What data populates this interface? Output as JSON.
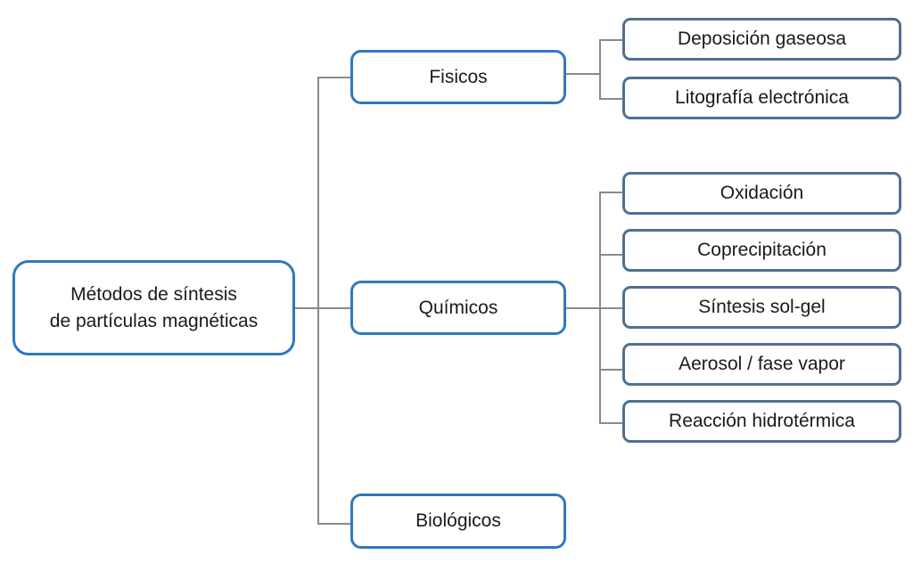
{
  "diagram": {
    "root": {
      "label_line1": "Métodos de síntesis",
      "label_line2": "de partículas magnéticas"
    },
    "categories": [
      {
        "label": "Fisicos",
        "methods": [
          "Deposición gaseosa",
          "Litografía electrónica"
        ]
      },
      {
        "label": "Químicos",
        "methods": [
          "Oxidación",
          "Coprecipitación",
          "Síntesis sol-gel",
          "Aerosol / fase vapor",
          "Reacción hidrotérmica"
        ]
      },
      {
        "label": "Biológicos",
        "methods": []
      }
    ],
    "colors": {
      "primary_border": "#2f78bd",
      "leaf_border": "#4f6f93",
      "connector": "#8a8a8a"
    }
  }
}
